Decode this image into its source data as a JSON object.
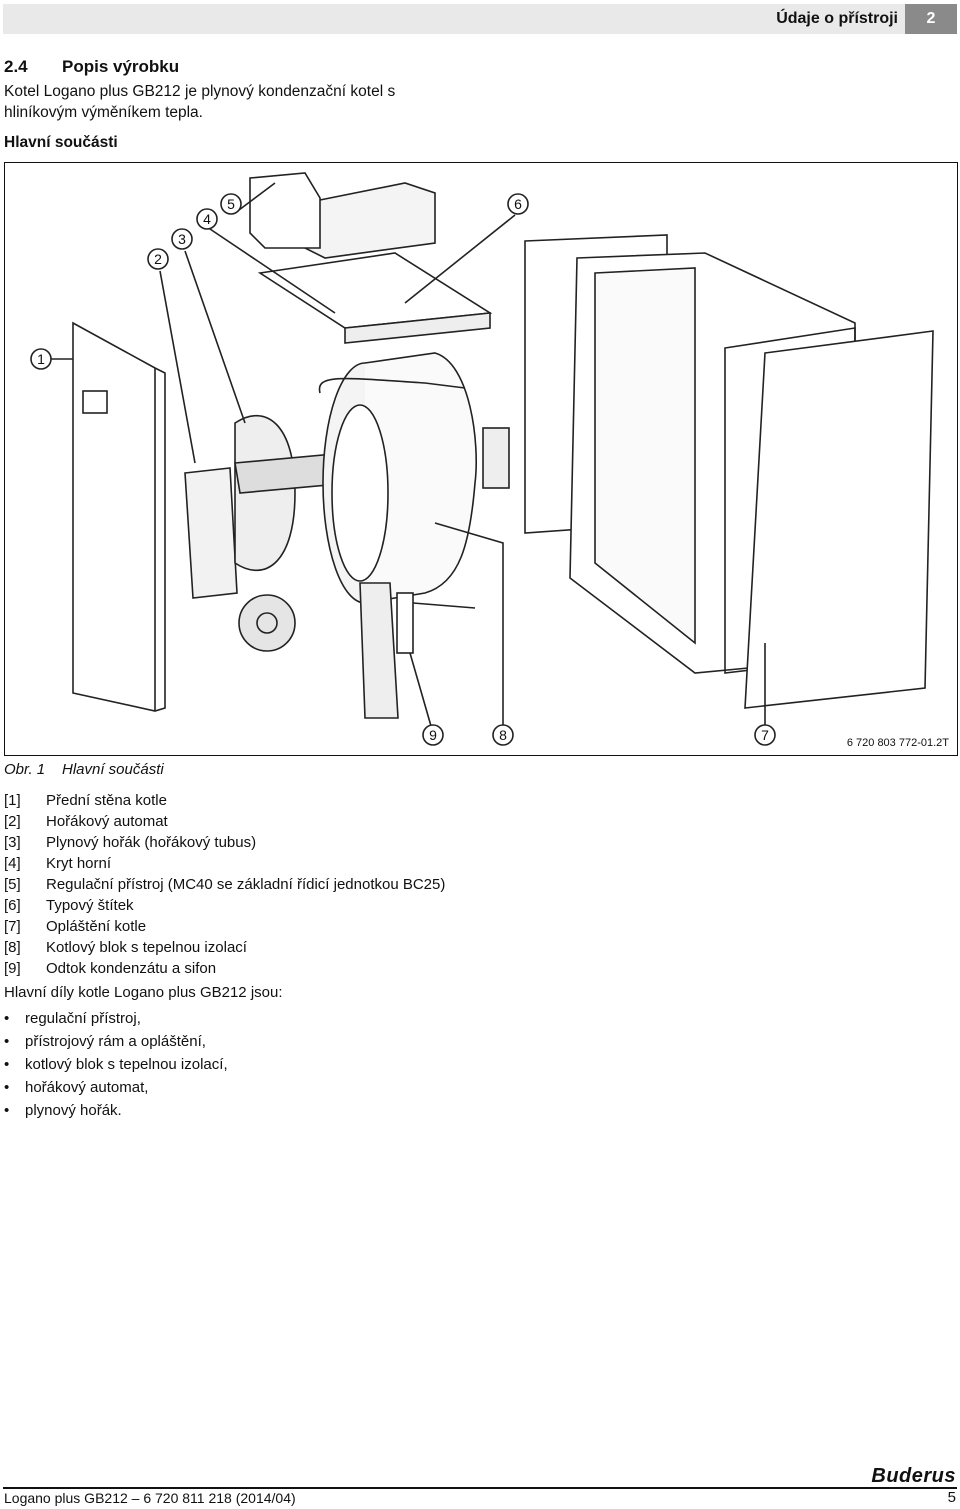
{
  "header": {
    "chapter_title": "Údaje o přístroji",
    "chapter_number": "2"
  },
  "section": {
    "number": "2.4",
    "title": "Popis výrobku",
    "intro": "Kotel Logano plus GB212 je plynový kondenzační kotel s hliníkovým výměníkem tepla."
  },
  "subheading": "Hlavní součásti",
  "figure": {
    "callouts": [
      "1",
      "2",
      "3",
      "4",
      "5",
      "6",
      "7",
      "8",
      "9"
    ],
    "code": "6 720 803 772-01.2T",
    "caption_label": "Obr. 1",
    "caption_text": "Hlavní součásti"
  },
  "legend": [
    {
      "idx": "[1]",
      "text": "Přední stěna kotle"
    },
    {
      "idx": "[2]",
      "text": "Hořákový automat"
    },
    {
      "idx": "[3]",
      "text": "Plynový hořák (hořákový tubus)"
    },
    {
      "idx": "[4]",
      "text": "Kryt horní"
    },
    {
      "idx": "[5]",
      "text": "Regulační přístroj (MC40 se základní řídicí jednotkou BC25)"
    },
    {
      "idx": "[6]",
      "text": "Typový štítek"
    },
    {
      "idx": "[7]",
      "text": "Opláštění kotle"
    },
    {
      "idx": "[8]",
      "text": "Kotlový blok s tepelnou izolací"
    },
    {
      "idx": "[9]",
      "text": "Odtok kondenzátu a sifon"
    }
  ],
  "parts": {
    "intro": "Hlavní díly kotle Logano plus GB212 jsou:",
    "items": [
      "regulační přístroj,",
      "přístrojový rám a opláštění,",
      "kotlový blok s tepelnou izolací,",
      "hořákový automat,",
      "plynový hořák."
    ]
  },
  "footer": {
    "text": "Logano plus GB212 – 6 720 811 218 (2014/04)",
    "page": "5",
    "brand": "Buderus"
  }
}
